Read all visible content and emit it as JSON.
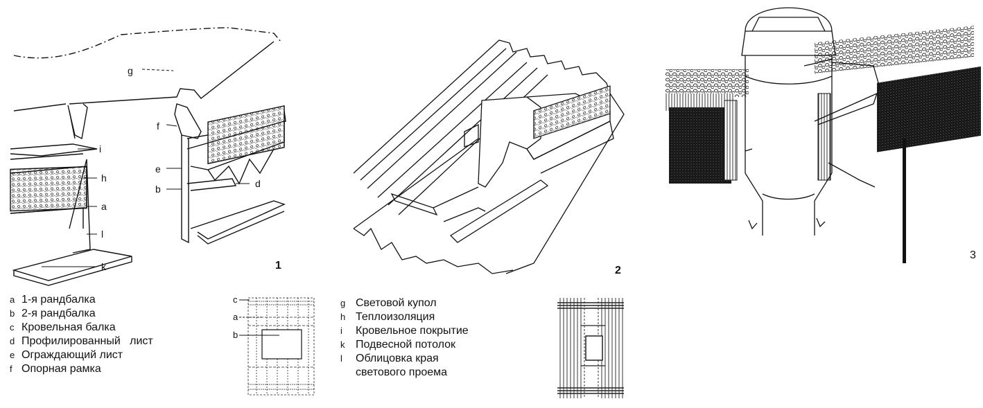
{
  "figure_numbers": [
    "1",
    "2",
    "3"
  ],
  "callouts": {
    "g": "g",
    "f": "f",
    "i": "i",
    "e": "e",
    "h": "h",
    "b": "b",
    "d": "d",
    "a": "a",
    "l": "l",
    "k": "k"
  },
  "plan_callouts": {
    "c": "c",
    "a": "a",
    "b": "b"
  },
  "legend_left": [
    {
      "key": "a",
      "text": "1-я рандбалка"
    },
    {
      "key": "b",
      "text": "2-я рандбалка"
    },
    {
      "key": "c",
      "text": "Кровельная балка"
    },
    {
      "key": "d",
      "text": "Профилированный   лист"
    },
    {
      "key": "e",
      "text": "Ограждающий лист"
    },
    {
      "key": "f",
      "text": "Опорная рамка"
    }
  ],
  "legend_right": [
    {
      "key": "g",
      "text": "Световой купол"
    },
    {
      "key": "h",
      "text": "Теплоизоляция"
    },
    {
      "key": "i",
      "text": "Кровельное покрытие"
    },
    {
      "key": "k",
      "text": "Подвесной потолок"
    },
    {
      "key": "l",
      "text": "Облицовка края"
    },
    {
      "key": "",
      "text": "светового проема"
    }
  ],
  "colors": {
    "ink": "#111111",
    "paper": "#ffffff",
    "hatch": "#444444"
  }
}
